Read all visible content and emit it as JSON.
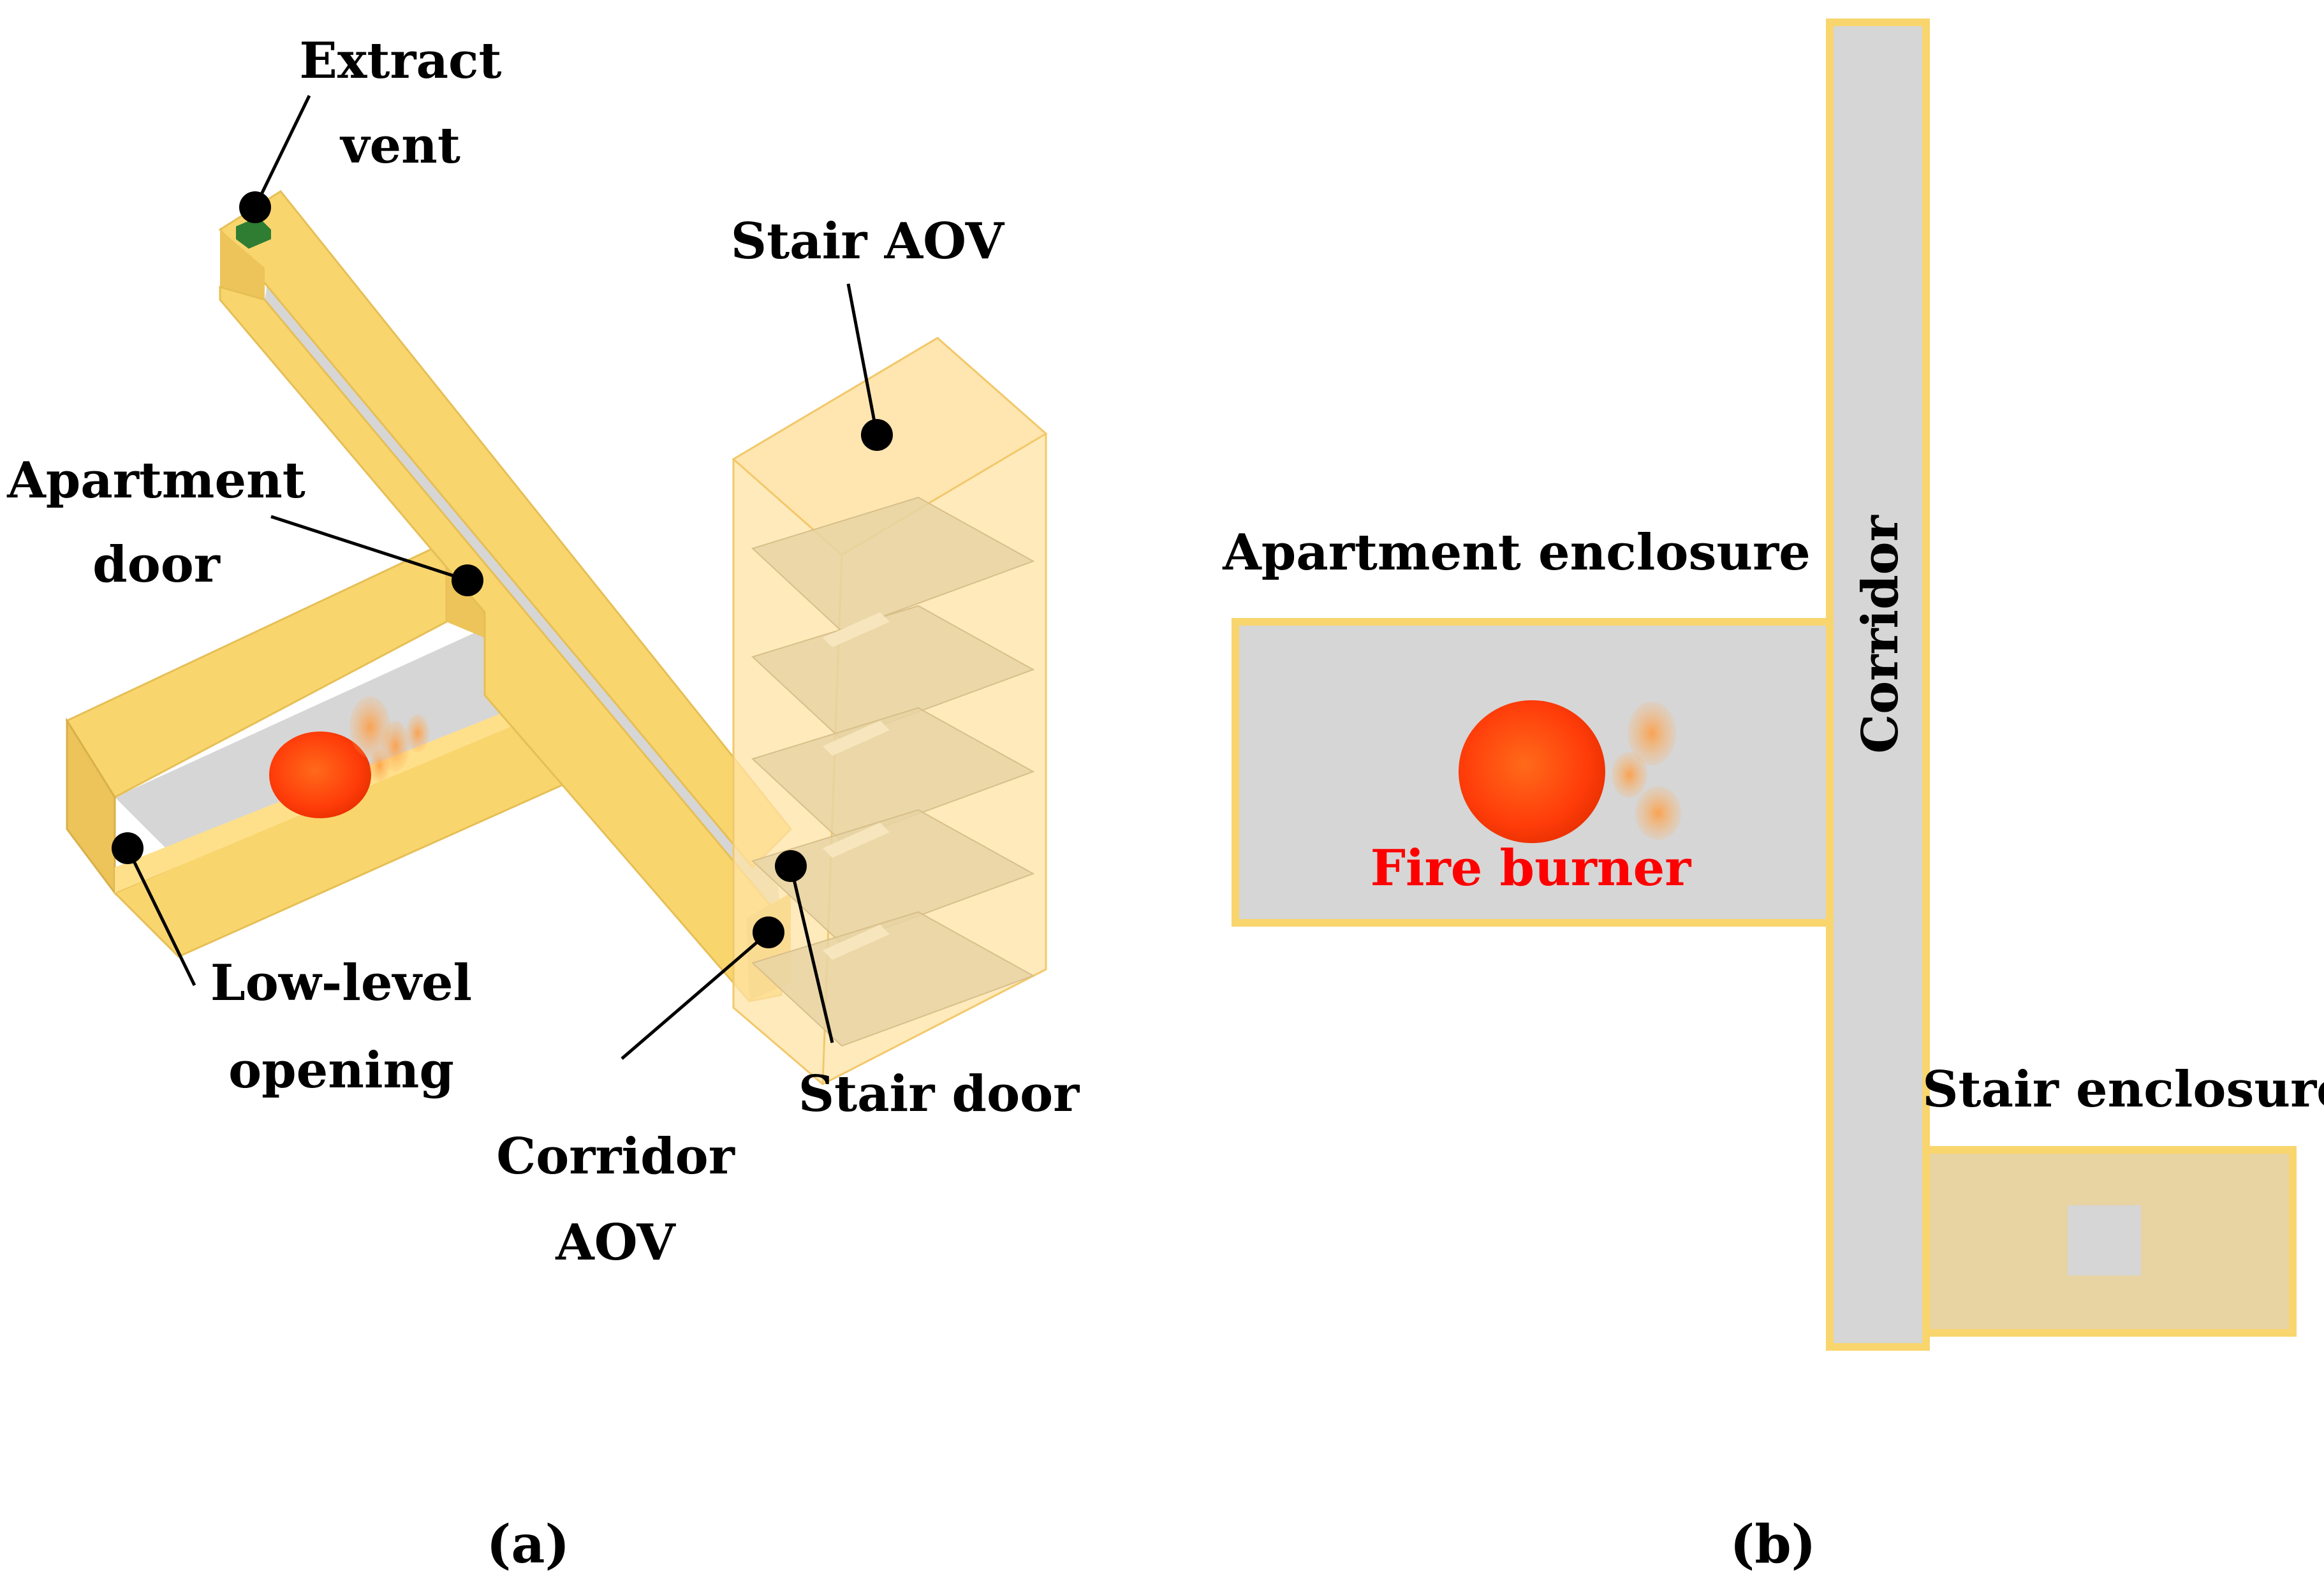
{
  "panel_a": {
    "caption": "(a)",
    "labels": {
      "extract_vent_line1": "Extract",
      "extract_vent_line2": "vent",
      "stair_aov": "Stair AOV",
      "apartment_door_line1": "Apartment",
      "apartment_door_line2": "door",
      "low_level_opening_line1": "Low-level",
      "low_level_opening_line2": "opening",
      "corridor_aov_line1": "Corridor",
      "corridor_aov_line2": "AOV",
      "stair_door": "Stair door"
    }
  },
  "panel_b": {
    "caption": "(b)",
    "labels": {
      "apartment_enclosure": "Apartment enclosure",
      "corridor": "Corridor",
      "fire_burner": "Fire burner",
      "stair_enclosure": "Stair enclosure"
    }
  },
  "colors": {
    "wall_yellow": "#f9d56e",
    "wall_yellow_dark": "#ecc45a",
    "wall_yellow_light": "#ffe08a",
    "floor_grey": "#d6d6d6",
    "stair_tan": "#e8d3a3",
    "stair_glass": "#ffe3a6",
    "fire_red": "#ff4a10",
    "fire_label_red": "#ff0000",
    "vent_green": "#2e7d32",
    "marker_black": "#000000"
  }
}
